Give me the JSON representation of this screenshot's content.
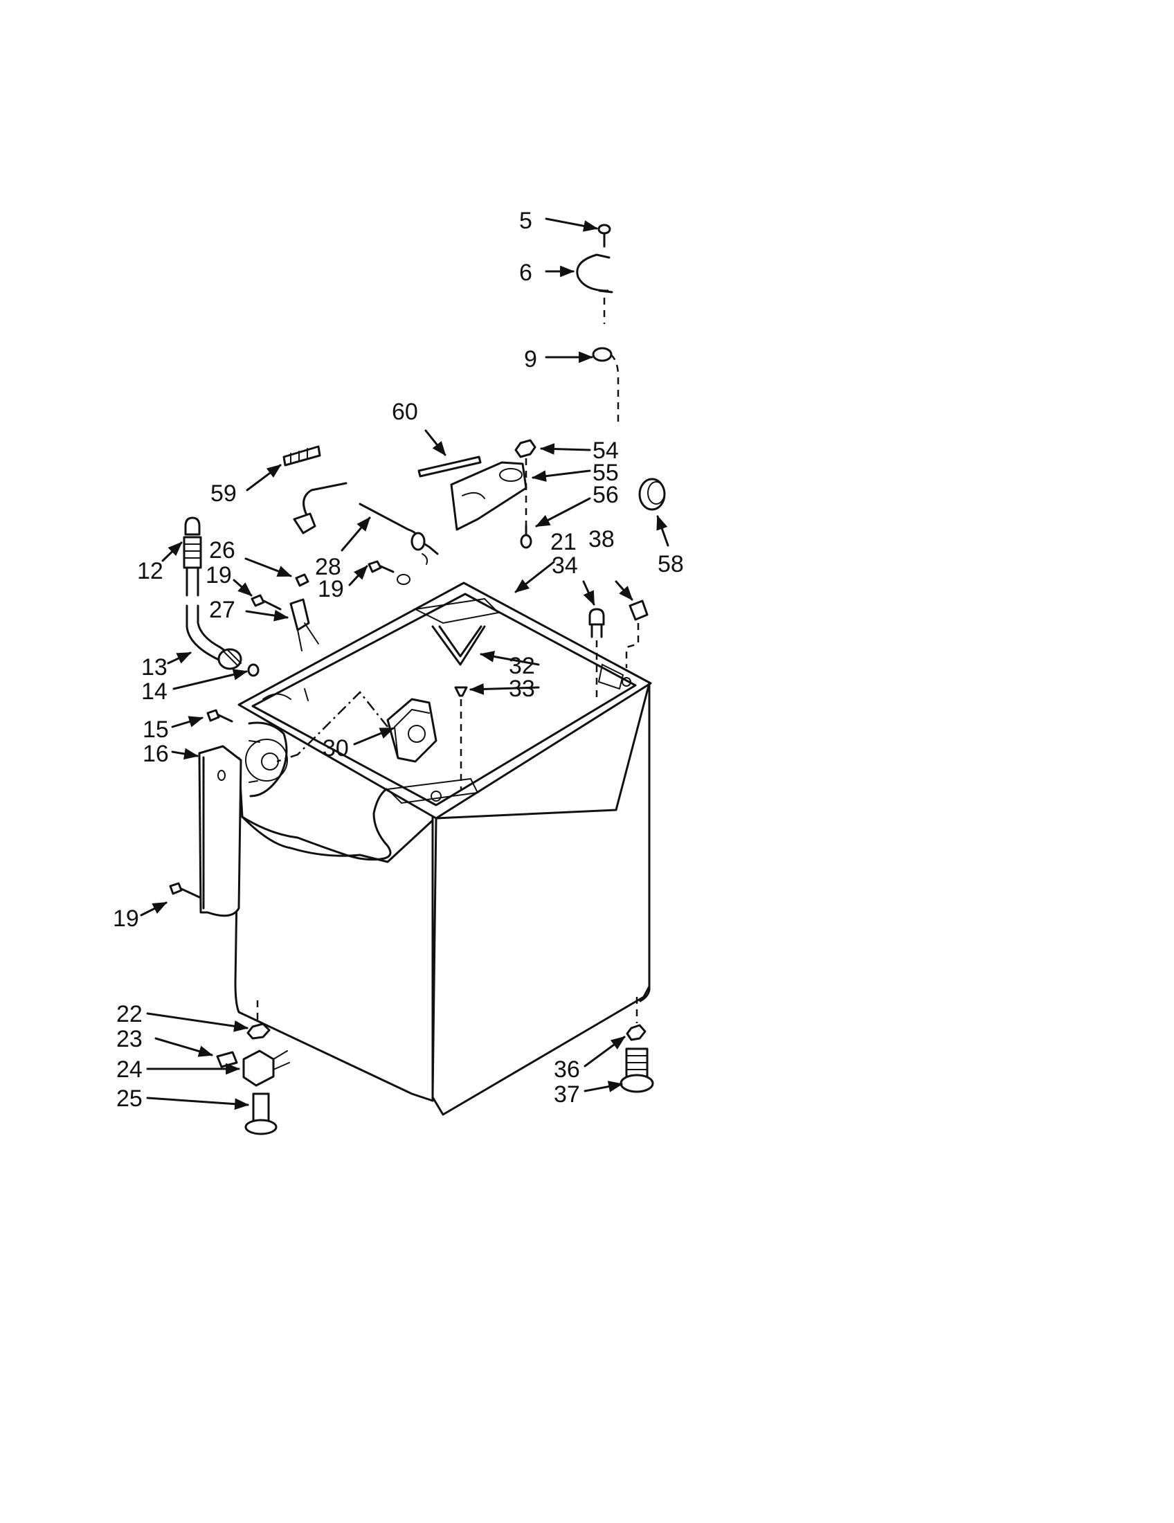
{
  "callouts": [
    "5",
    "6",
    "9",
    "60",
    "54",
    "55",
    "56",
    "58",
    "59",
    "12",
    "26",
    "28",
    "19",
    "19",
    "27",
    "21",
    "34",
    "38",
    "13",
    "14",
    "32",
    "33",
    "15",
    "16",
    "30",
    "19",
    "22",
    "23",
    "24",
    "25",
    "36",
    "37"
  ]
}
